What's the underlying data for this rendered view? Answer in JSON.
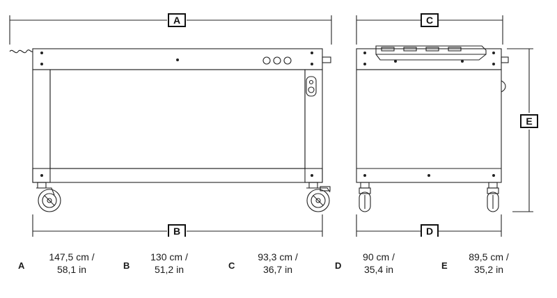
{
  "diagram": {
    "views": [
      "front-view",
      "side-view"
    ],
    "dimension_labels": {
      "A": "A",
      "B": "B",
      "C": "C",
      "D": "D",
      "E": "E"
    }
  },
  "legend": [
    {
      "letter": "A",
      "metric": "147,5 cm /",
      "imperial": "58,1 in"
    },
    {
      "letter": "B",
      "metric": "130 cm /",
      "imperial": "51,2 in"
    },
    {
      "letter": "C",
      "metric": "93,3 cm /",
      "imperial": "36,7 in"
    },
    {
      "letter": "D",
      "metric": "90 cm /",
      "imperial": "35,4 in"
    },
    {
      "letter": "E",
      "metric": "89,5 cm /",
      "imperial": "35,2 in"
    }
  ]
}
